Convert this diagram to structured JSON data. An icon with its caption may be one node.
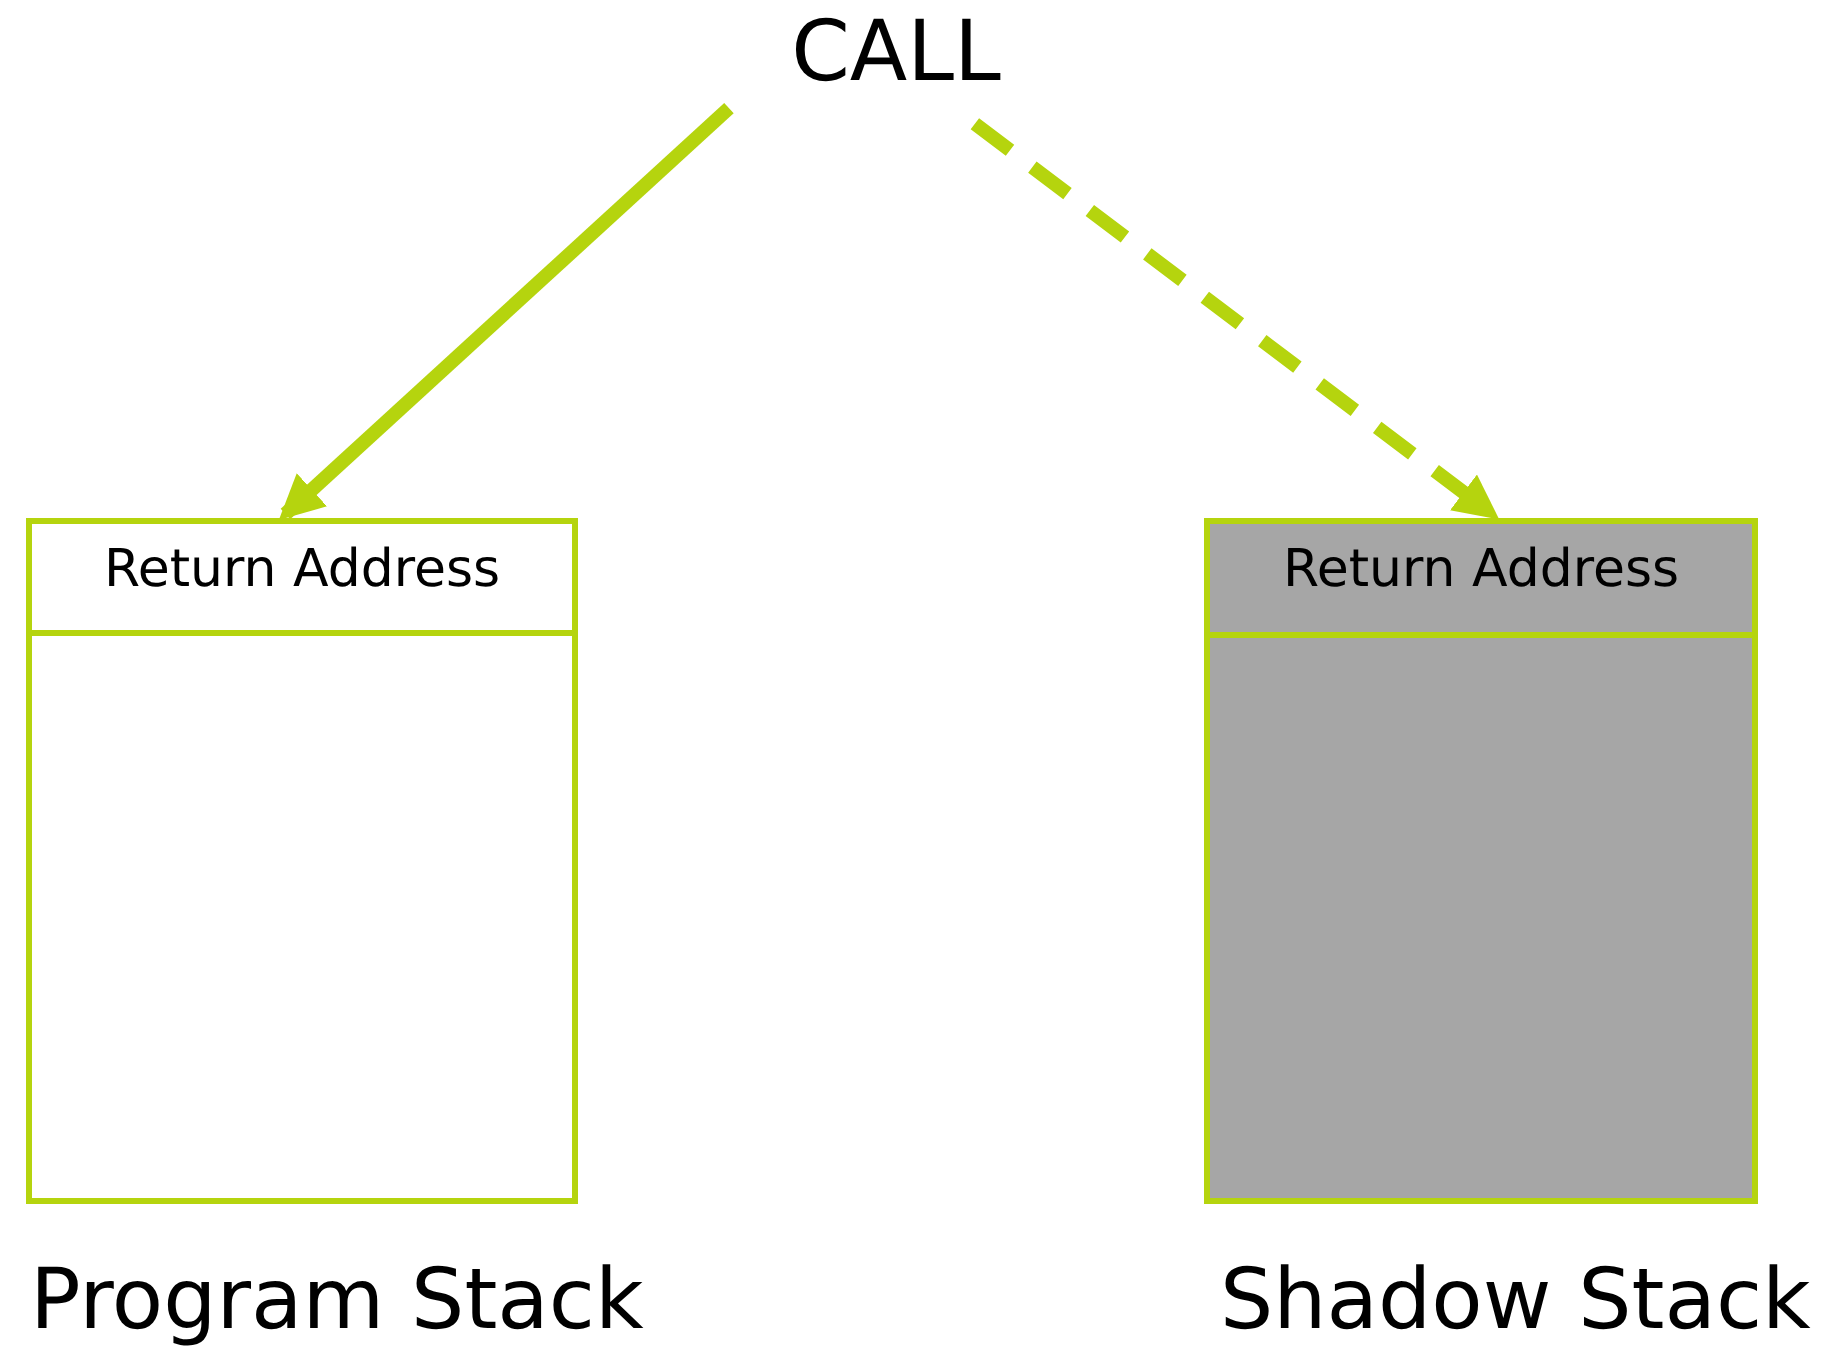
{
  "diagram": {
    "nodes": [
      {
        "text": [
          "CALL"
        ]
      },
      {
        "text": [],
        "shape": "box",
        "beside": [
          "Program Stack"
        ]
      },
      {
        "text": [
          "Return Address"
        ],
        "in": 1
      },
      {
        "text": [],
        "shape": "box",
        "beside": [
          "Shadow Stack"
        ]
      },
      {
        "text": [
          "Return Address"
        ],
        "in": 3
      }
    ],
    "edges": [
      {
        "from": 0,
        "to": 2,
        "arrow": "to"
      },
      {
        "from": 0,
        "to": 4,
        "arrow": "to",
        "style": "dashed"
      }
    ]
  }
}
